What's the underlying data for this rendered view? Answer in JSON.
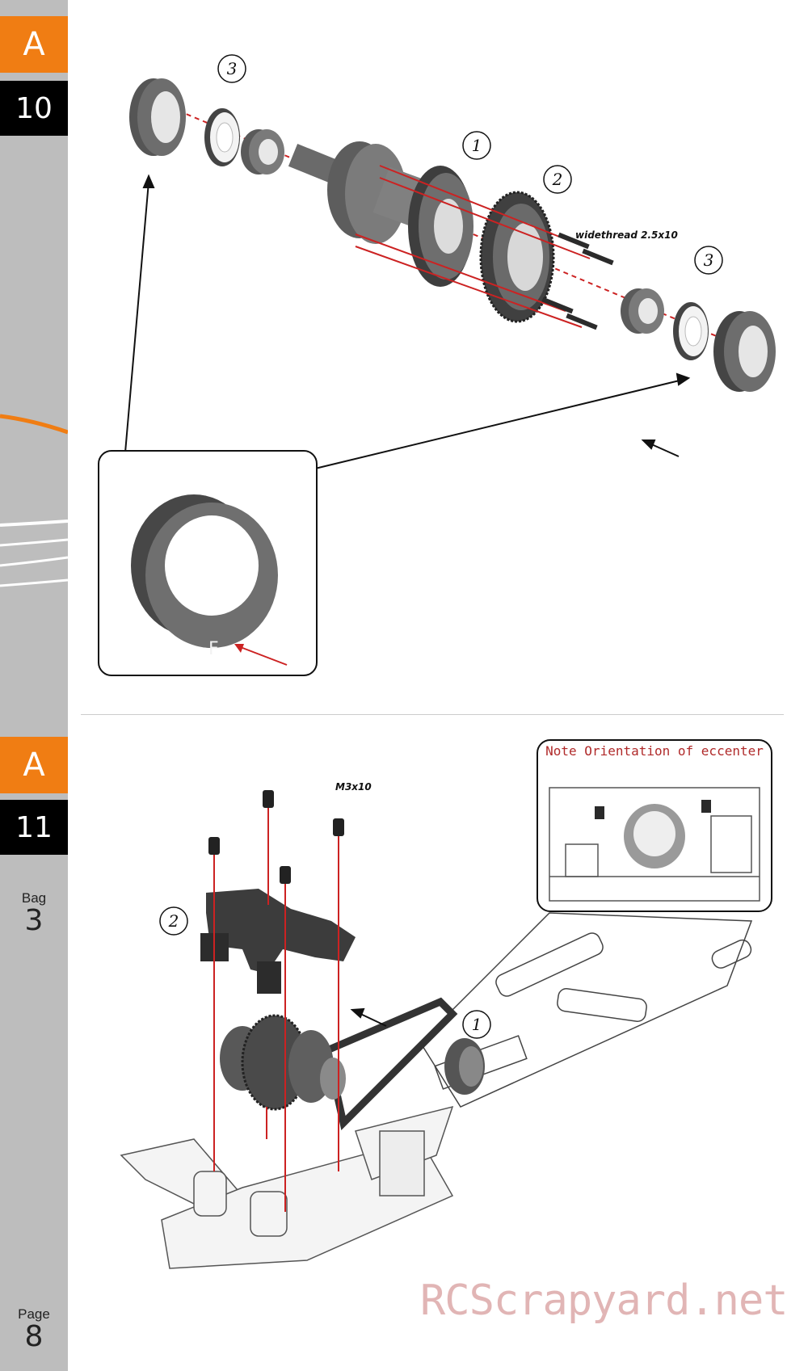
{
  "sidebar": {
    "section1": {
      "letter": "A",
      "number": "10"
    },
    "section2": {
      "letter": "A",
      "number": "11"
    },
    "bag": {
      "label": "Bag",
      "value": "3"
    },
    "page": {
      "label": "Page",
      "value": "8"
    }
  },
  "step10": {
    "callouts": {
      "step1": "1",
      "step2": "2",
      "step3_left": "3",
      "step3_right": "3",
      "screw": "widethread 2.5x10"
    },
    "inset_mark": "F"
  },
  "step11": {
    "callouts": {
      "step1": "1",
      "step2": "2",
      "screw": "M3x10"
    },
    "note_title": "Note Orientation of eccenter"
  },
  "watermark": "RCScrapyard.net",
  "colors": {
    "accent_orange": "#f07d13",
    "sidebar_gray": "#bdbdbd",
    "number_black": "#000000",
    "note_red": "#b02a2a"
  }
}
